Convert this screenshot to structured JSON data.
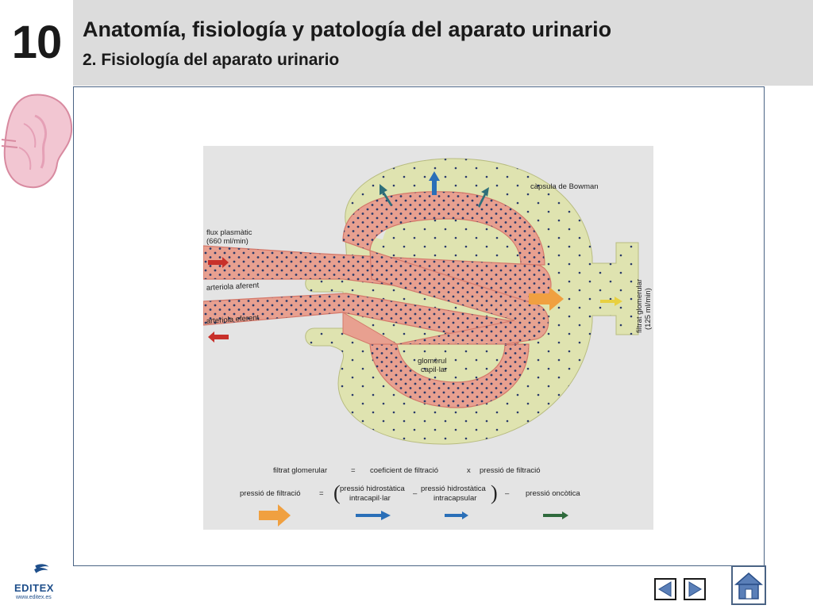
{
  "header": {
    "chapter_number": "10",
    "title": "Anatomía, fisiología y patología del aparato urinario",
    "subtitle": "2. Fisiología del aparato urinario"
  },
  "diagram": {
    "labels": {
      "bowman_capsule": "càpsula de Bowman",
      "plasma_flow_line1": "flux plasmàtic",
      "plasma_flow_line2": "(660 ml/min)",
      "afferent_arteriole": "arteriola aferent",
      "efferent_arteriole": "arteriola eferent",
      "glomerular_filtrate_line1": "filtrat glomerular",
      "glomerular_filtrate_line2": "(125 ml/min)",
      "glomerulus_line1": "glomèrul",
      "glomerulus_line2": "capil·lar"
    },
    "equation1": {
      "lhs": "filtrat glomerular",
      "eq": "=",
      "term1": "coeficient de filtració",
      "op": "x",
      "term2": "pressió de filtració"
    },
    "equation2": {
      "lhs": "pressió de filtració",
      "eq": "=",
      "term1_line1": "pressió hidrostàtica",
      "term1_line2": "intracapil·lar",
      "minus1": "–",
      "term2_line1": "pressió hidrostàtica",
      "term2_line2": "intracapsular",
      "minus2": "–",
      "term3": "pressió oncòtica"
    },
    "colors": {
      "capsule": "#dfe3b0",
      "vessel": "#e8a090",
      "vessel_edge": "#d4786a",
      "background": "#e4e4e4",
      "arrow_orange": "#f0a040",
      "arrow_blue": "#2a6fb8",
      "arrow_teal": "#2f6f7a",
      "arrow_green": "#2f6a3c",
      "arrow_red": "#c8302a",
      "arrow_yellow": "#e8d040"
    }
  },
  "footer": {
    "logo_text": "EDITEX",
    "logo_url": "www.editex.es",
    "prev_icon": "triangle-left-icon",
    "next_icon": "triangle-right-icon",
    "home_icon": "home-icon"
  }
}
